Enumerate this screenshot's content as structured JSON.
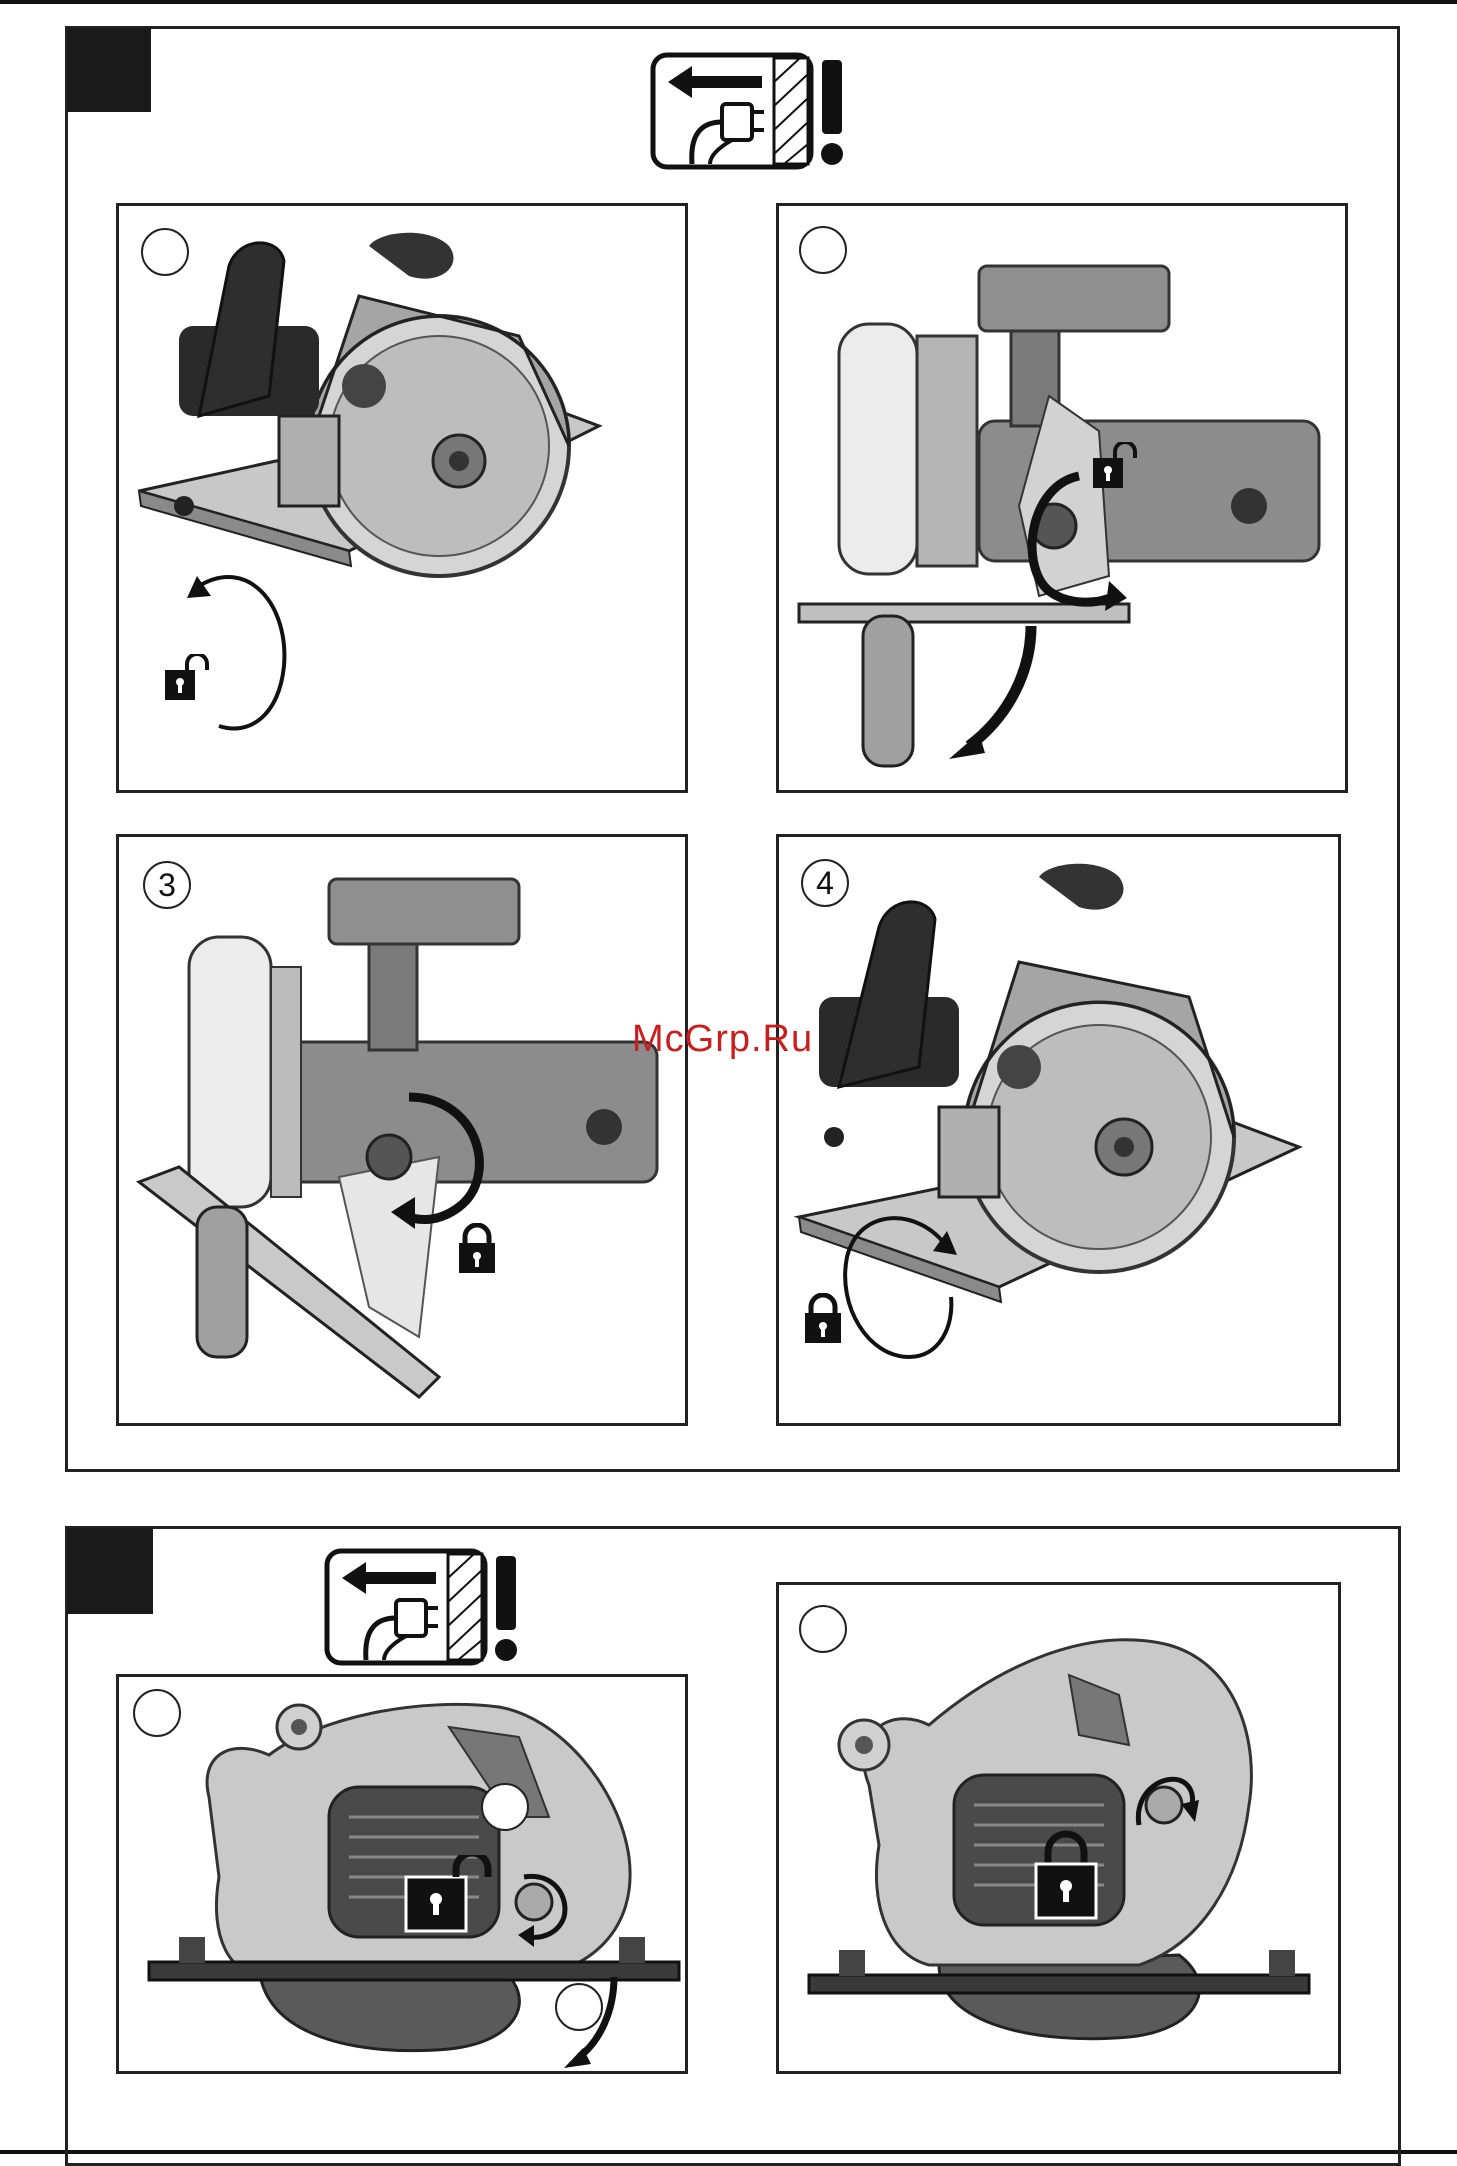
{
  "watermark": "McGrp.Ru",
  "colors": {
    "ink": "#111111",
    "body_gray": "#8c8c8c",
    "light_gray": "#cfcfcf",
    "dark_gray": "#3a3a3a",
    "watermark": "#c81e1e"
  },
  "icons": {
    "unplug": "unplug-warning-icon",
    "lock": "lock-icon",
    "unlock": "unlock-icon"
  },
  "section_a": {
    "panels": [
      {
        "step": "",
        "lock_state": "unlock"
      },
      {
        "step": "",
        "lock_state": "unlock"
      },
      {
        "step": "3",
        "lock_state": "lock"
      },
      {
        "step": "4",
        "lock_state": "lock"
      }
    ]
  },
  "section_b": {
    "panels": [
      {
        "step": "",
        "lock_state": "unlock"
      },
      {
        "step": "",
        "lock_state": "lock"
      }
    ]
  }
}
